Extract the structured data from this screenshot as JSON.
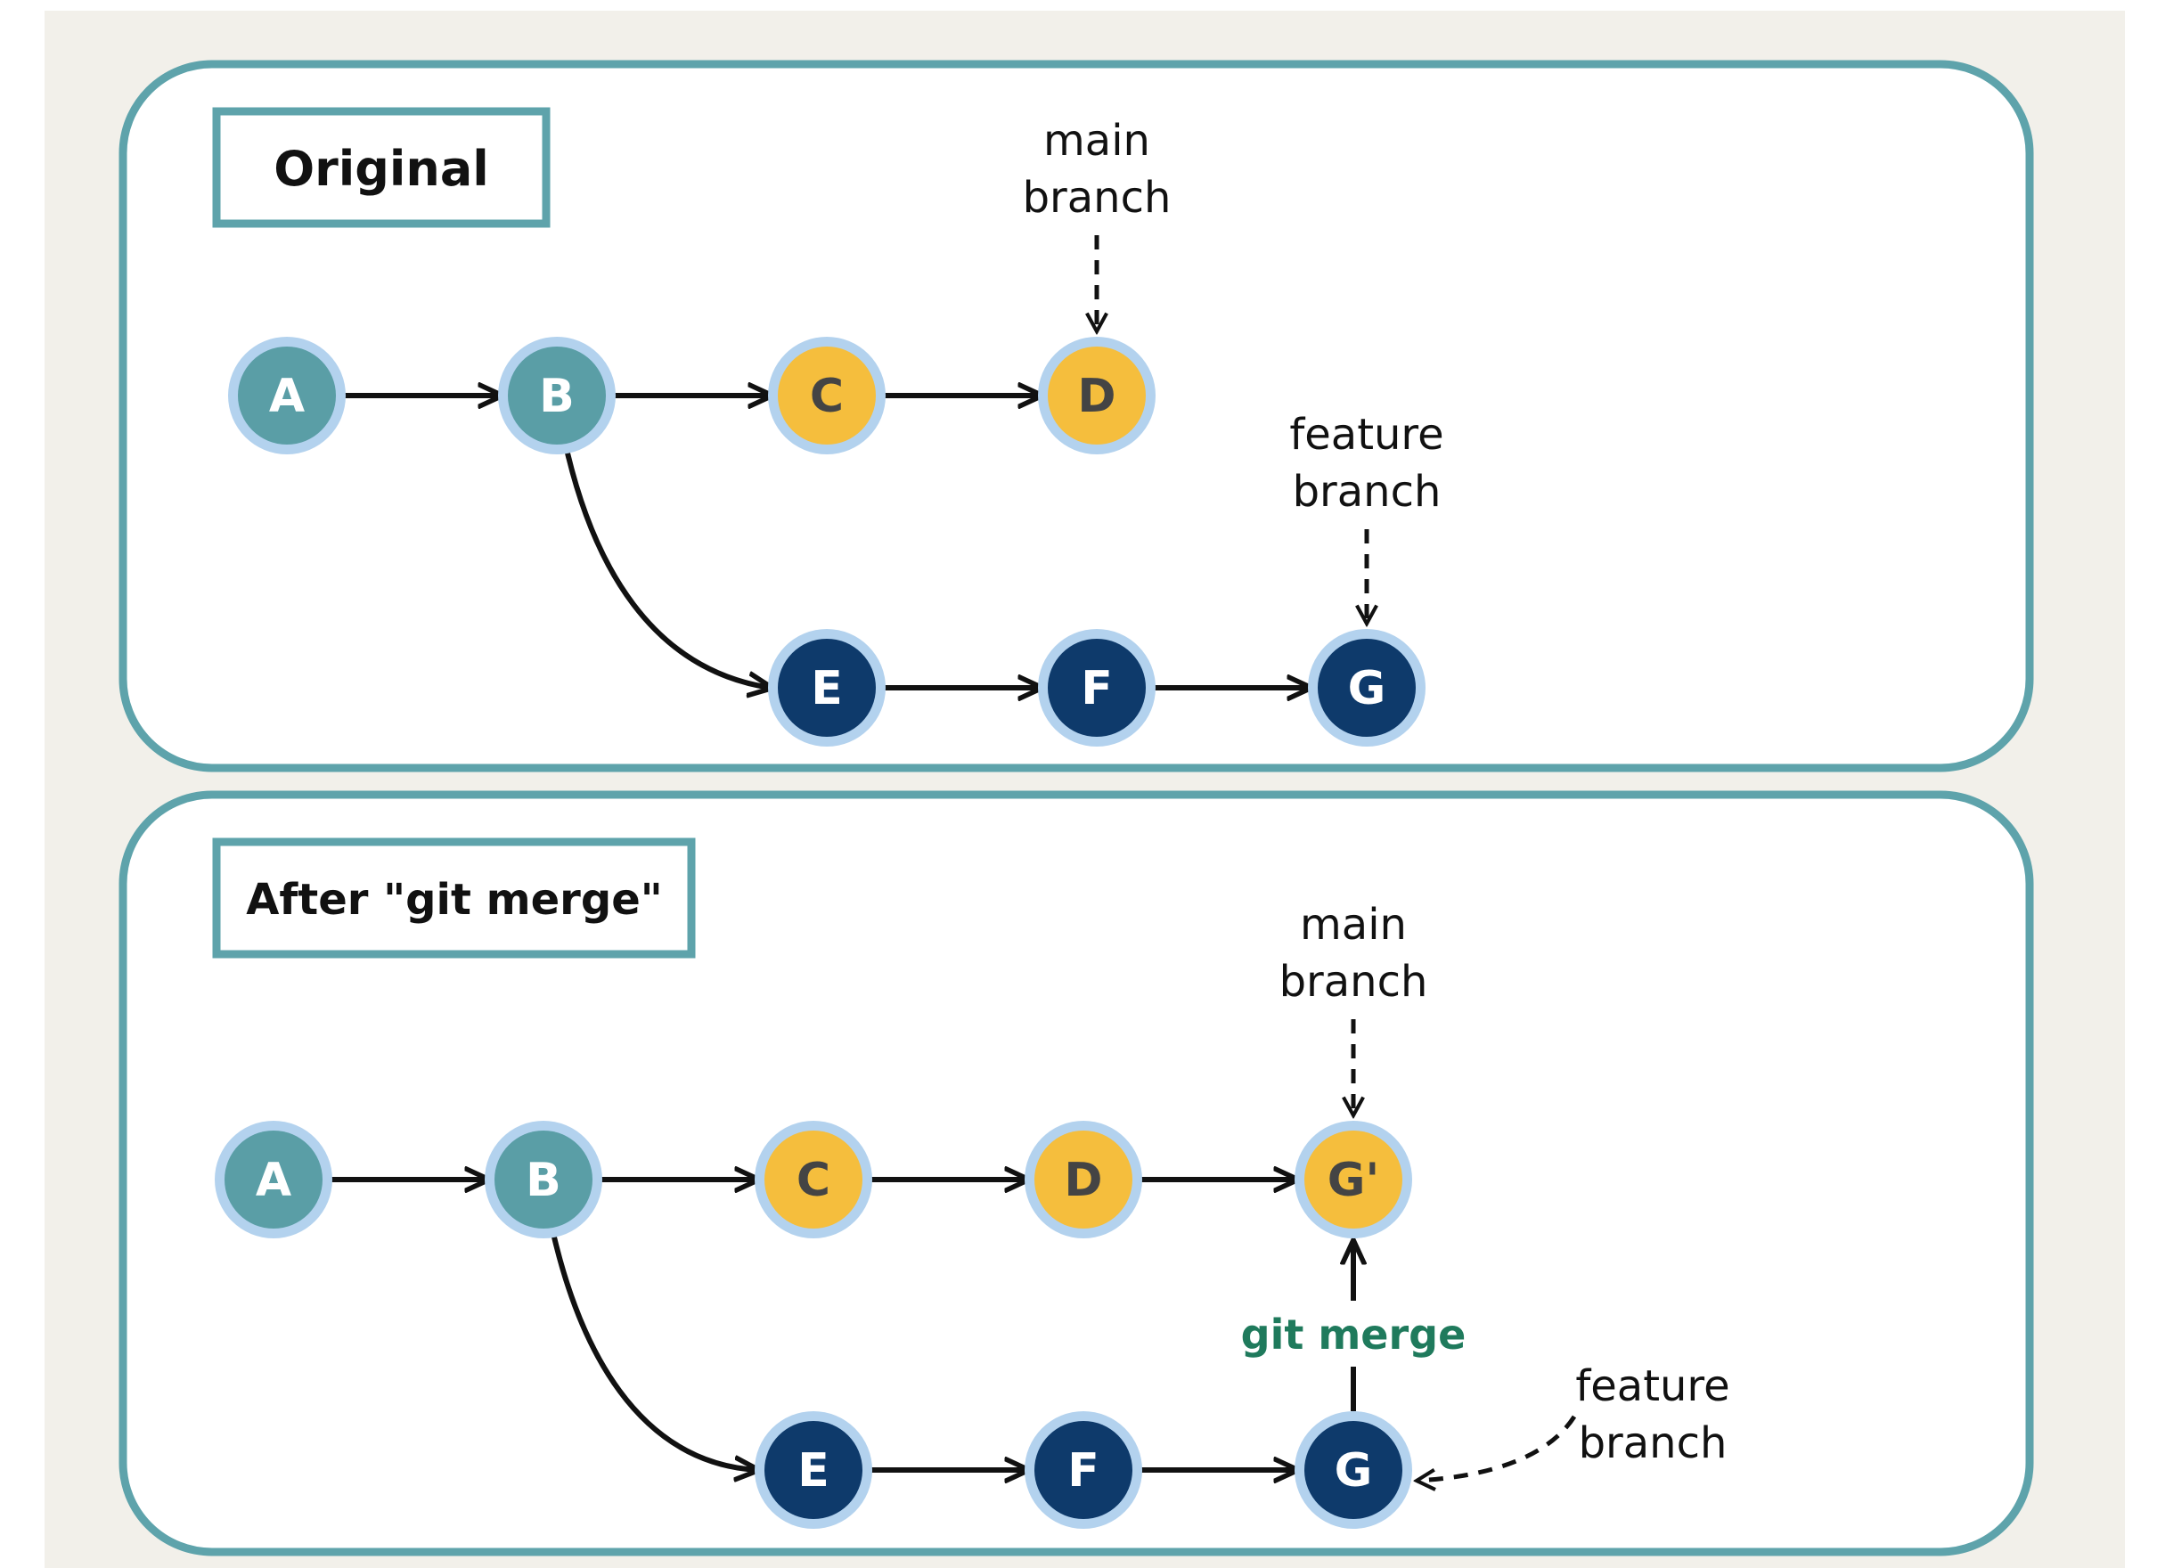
{
  "colors": {
    "background": "#f2f0ea",
    "panel_fill": "#ffffff",
    "panel_border": "#5ea3ab",
    "node_shared": "#5a9ea6",
    "node_main": "#f5be3d",
    "node_feature": "#0e3a6b",
    "node_ring": "#b3d2ee",
    "edge": "#111111",
    "merge_label": "#1f7a5c"
  },
  "panels": [
    {
      "title": "Original",
      "nodes": [
        {
          "id": "A",
          "label": "A",
          "kind": "shared"
        },
        {
          "id": "B",
          "label": "B",
          "kind": "shared"
        },
        {
          "id": "C",
          "label": "C",
          "kind": "main"
        },
        {
          "id": "D",
          "label": "D",
          "kind": "main"
        },
        {
          "id": "E",
          "label": "E",
          "kind": "feature"
        },
        {
          "id": "F",
          "label": "F",
          "kind": "feature"
        },
        {
          "id": "G",
          "label": "G",
          "kind": "feature"
        }
      ],
      "pointers": [
        {
          "lines": [
            "main",
            "branch"
          ],
          "target": "D"
        },
        {
          "lines": [
            "feature",
            "branch"
          ],
          "target": "G"
        }
      ]
    },
    {
      "title": "After \"git merge\"",
      "nodes": [
        {
          "id": "A",
          "label": "A",
          "kind": "shared"
        },
        {
          "id": "B",
          "label": "B",
          "kind": "shared"
        },
        {
          "id": "C",
          "label": "C",
          "kind": "main"
        },
        {
          "id": "D",
          "label": "D",
          "kind": "main"
        },
        {
          "id": "G2",
          "label": "G'",
          "kind": "main"
        },
        {
          "id": "E",
          "label": "E",
          "kind": "feature"
        },
        {
          "id": "F",
          "label": "F",
          "kind": "feature"
        },
        {
          "id": "G",
          "label": "G",
          "kind": "feature"
        }
      ],
      "pointers": [
        {
          "lines": [
            "main",
            "branch"
          ],
          "target": "G'"
        },
        {
          "lines": [
            "feature",
            "branch"
          ],
          "target": "G"
        }
      ],
      "merge_label": "git merge"
    }
  ]
}
